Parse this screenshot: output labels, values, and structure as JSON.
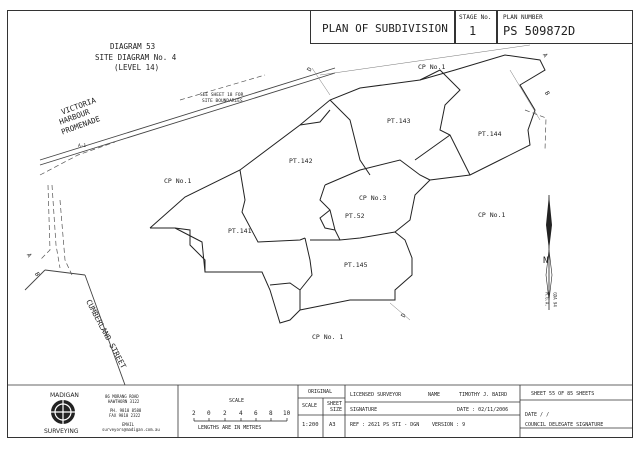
{
  "header": {
    "plan_of_subdivision": "PLAN OF SUBDIVISION",
    "stage_label": "STAGE No.",
    "stage_value": "1",
    "plan_number_label": "PLAN NUMBER",
    "plan_number": "PS 509872D"
  },
  "diagram": {
    "title_line1": "DIAGRAM 53",
    "title_line2": "SITE DIAGRAM No. 4",
    "title_line3": "(LEVEL 14)",
    "see_sheet_line1": "SEE SHEET 18 FOR",
    "see_sheet_line2": "SITE BOUNDARIES",
    "street_victoria_1": "VICTORIA",
    "street_victoria_2": "HARBOUR",
    "street_victoria_3": "PROMENADE",
    "street_cumberland": "CUMBERLAND STREET",
    "labels": {
      "cp_top": "CP No.1",
      "cp_left": "CP No.1",
      "cp_right": "CP No.1",
      "cp_bottom": "CP No. 1",
      "cp3": "CP No.3",
      "pt141": "PT.141",
      "pt142": "PT.142",
      "pt143": "PT.143",
      "pt144": "PT.144",
      "pt145": "PT.145",
      "pt52": "PT.52",
      "mark_d": "D",
      "mark_d2": "D",
      "mark_a": "A",
      "mark_b": "B",
      "mark_a2": "A",
      "mark_b2": "B",
      "mark_a1": "A-1",
      "north": "N",
      "mga": "M.G.A.",
      "grid_zone": "GDA 94"
    }
  },
  "footer": {
    "firm_name": "MADIGAN",
    "firm_name2": "SURVEYING",
    "address1": "86 MORANG ROAD",
    "address2": "HAWTHORN 3122",
    "phone": "PH. 9818 8588",
    "fax": "FAX 9818 2322",
    "email_label": "EMAIL",
    "email": "surveyors@madigan.com.au",
    "scale_label": "SCALE",
    "scale_ticks": [
      "2",
      "0",
      "2",
      "4",
      "6",
      "8",
      "10"
    ],
    "lengths_note": "LENGTHS ARE IN METRES",
    "original_label": "ORIGINAL",
    "scale_col_label": "SCALE",
    "sheet_size_label1": "SHEET",
    "sheet_size_label2": "SIZE",
    "scale_value": "1:200",
    "sheet_size_value": "A3",
    "licensed_surveyor_label": "LICENSED SURVEYOR",
    "name_label": "NAME",
    "surveyor_name": "TIMOTHY J. BAIRD",
    "signature_label": "SIGNATURE",
    "date_label": "DATE : 02/11/2006",
    "ref_label": "REF : 2621 PS STI - DGN",
    "version_label": "VERSION : 9",
    "sheet_info": "SHEET 55 OF 85 SHEETS",
    "date_blank": "DATE     /     /",
    "council_sig": "COUNCIL DELEGATE SIGNATURE"
  }
}
